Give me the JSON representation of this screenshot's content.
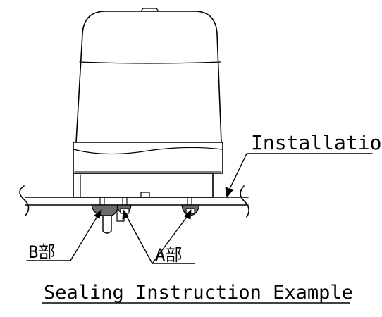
{
  "diagram": {
    "labels": {
      "installation": "Installation",
      "part_b": "B部",
      "part_a": "A部",
      "caption": "Sealing Instruction Example"
    },
    "colors": {
      "line": "#000000",
      "background": "#ffffff",
      "seal_fill": "#6b6b6b"
    }
  }
}
